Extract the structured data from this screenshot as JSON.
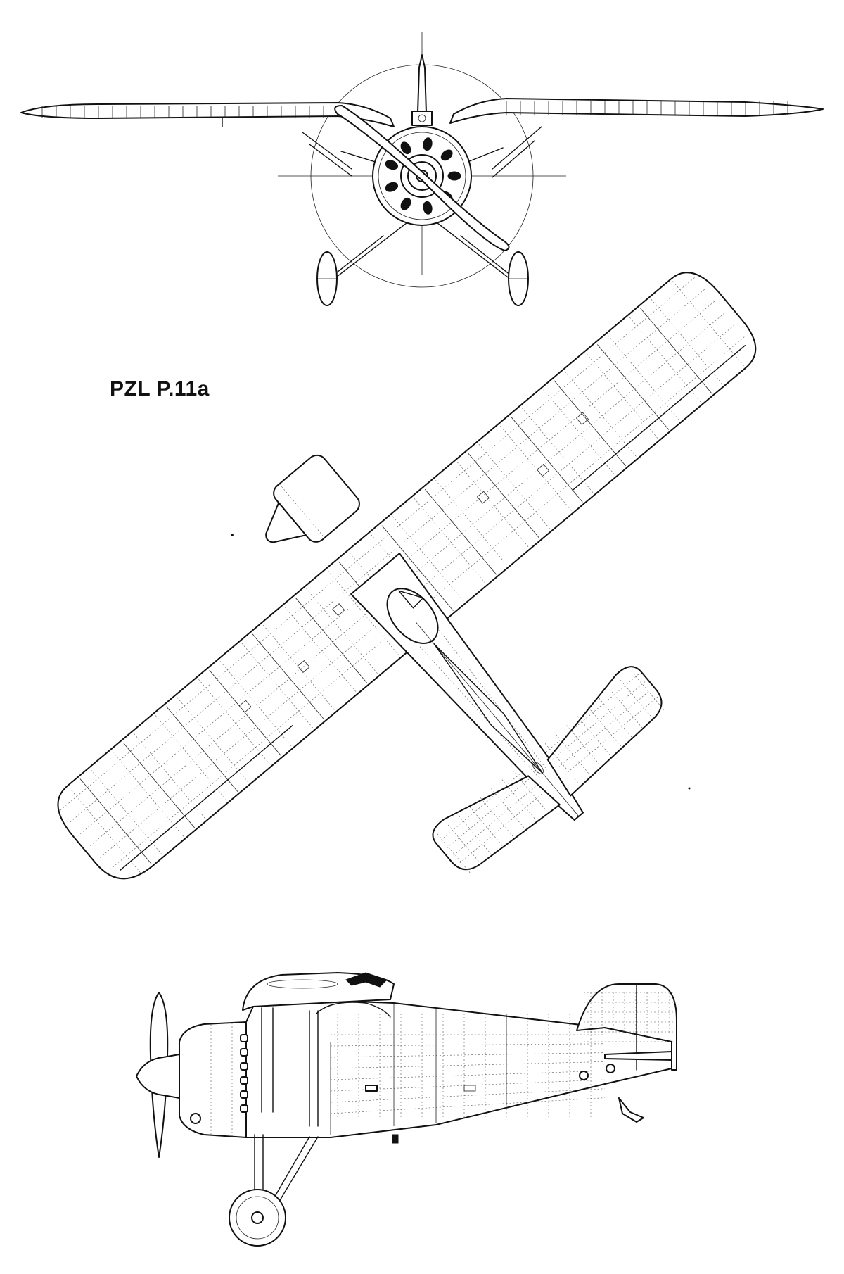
{
  "drawing": {
    "title": "PZL P.11a",
    "views": [
      {
        "name": "front-view"
      },
      {
        "name": "plan-view"
      },
      {
        "name": "side-view"
      }
    ]
  }
}
